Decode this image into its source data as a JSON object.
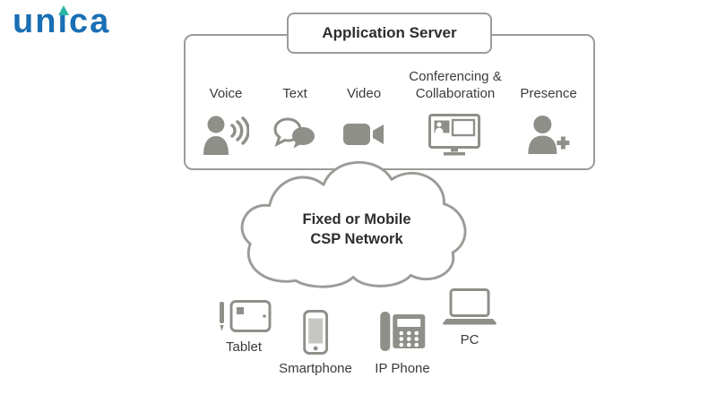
{
  "logo": {
    "part1": "un",
    "part_i": "ı",
    "part2": "ca"
  },
  "application_server": {
    "title": "Application Server",
    "services": [
      {
        "label": "Voice",
        "icon": "voice-icon"
      },
      {
        "label": "Text",
        "icon": "chat-bubbles-icon"
      },
      {
        "label": "Video",
        "icon": "video-camera-icon"
      },
      {
        "label": "Conferencing & Collaboration",
        "icon": "conferencing-monitor-icon"
      },
      {
        "label": "Presence",
        "icon": "person-add-icon"
      }
    ]
  },
  "network_cloud": {
    "line1": "Fixed or Mobile",
    "line2": "CSP Network"
  },
  "devices": [
    {
      "label": "Tablet",
      "icon": "tablet-icon"
    },
    {
      "label": "Smartphone",
      "icon": "smartphone-icon"
    },
    {
      "label": "IP Phone",
      "icon": "ip-phone-icon"
    },
    {
      "label": "PC",
      "icon": "laptop-icon"
    }
  ],
  "colors": {
    "icon_gray": "#8f8f8a",
    "border_gray": "#9b9b97",
    "text_dark": "#3b3b3b",
    "logo_blue": "#1a6fb5",
    "logo_teal": "#2ab5a5"
  }
}
